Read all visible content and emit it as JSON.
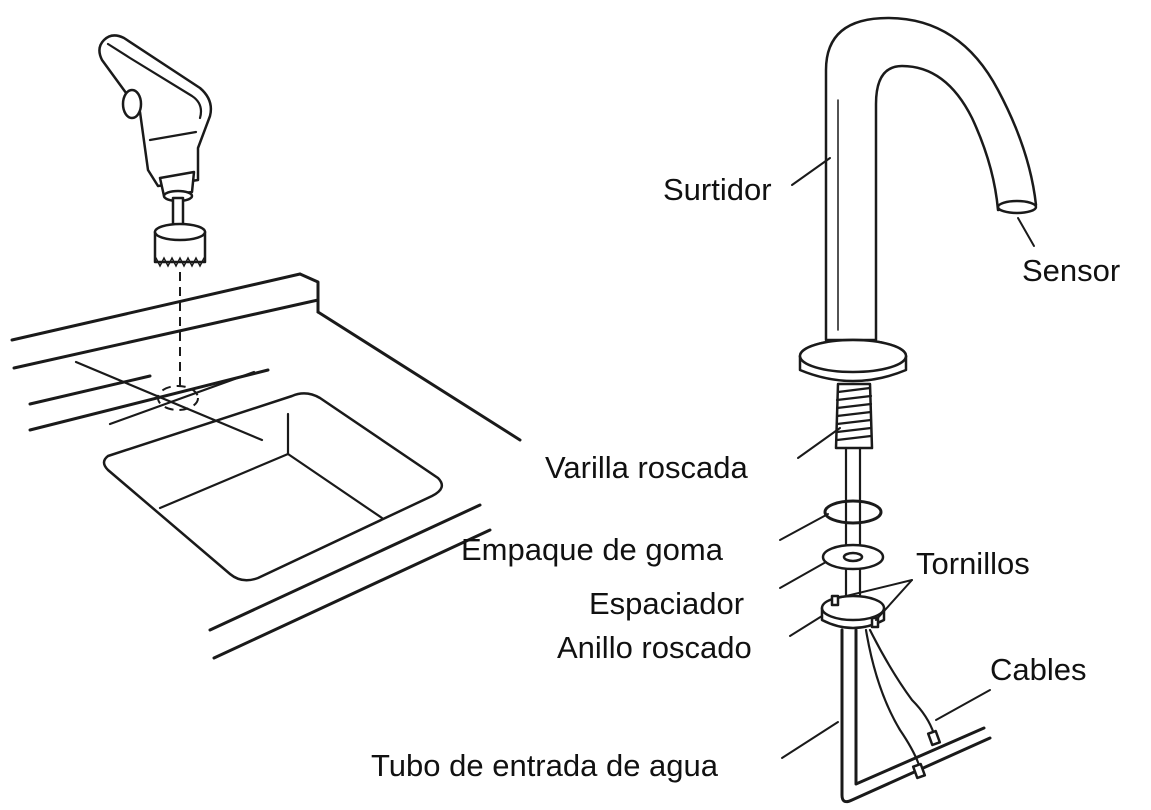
{
  "diagram": {
    "labels": {
      "spout": "Surtidor",
      "sensor": "Sensor",
      "threaded_rod": "Varilla roscada",
      "rubber_gasket": "Empaque de goma",
      "spacer": "Espaciador",
      "threaded_ring": "Anillo roscado",
      "screws": "Tornillos",
      "cables": "Cables",
      "inlet_tube": "Tubo de entrada de agua"
    },
    "icons": {
      "drill": "hole-saw-drill-icon",
      "sink": "countertop-sink-icon",
      "faucet": "sensor-faucet-icon"
    },
    "colors": {
      "line": "#1a1a1a",
      "background": "#ffffff"
    }
  }
}
